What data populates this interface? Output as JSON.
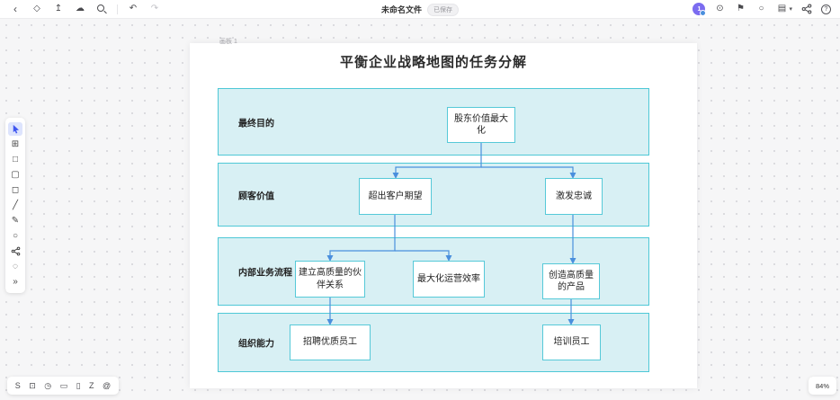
{
  "top_bar": {
    "title": "未命名文件",
    "badge": "已保存",
    "avatar": "1",
    "left_icons": {
      "back": "‹",
      "shapes": "◇",
      "export": "↥",
      "cloud": "☁",
      "undo": "↶",
      "redo": "↷"
    },
    "right_icons": {
      "focus": "⊙",
      "announce": "⚑",
      "comment": "○",
      "layout": "▤",
      "caret": "▾",
      "help": "?"
    }
  },
  "canvas": {
    "artboard_label": "画板 1",
    "zoom_level": "84%"
  },
  "tool_panel": {
    "tools": [
      {
        "name": "select-tool"
      },
      {
        "name": "frame-tool",
        "glyph": "⊞"
      },
      {
        "name": "rectangle-tool",
        "glyph": "□"
      },
      {
        "name": "shape-note-tool",
        "glyph": "▢"
      },
      {
        "name": "square-tool",
        "glyph": "◻"
      },
      {
        "name": "line-tool",
        "glyph": "╱"
      },
      {
        "name": "pencil-tool",
        "glyph": "✎"
      },
      {
        "name": "ellipse-tool",
        "glyph": "○"
      },
      {
        "name": "connector-tool"
      },
      {
        "name": "more-shapes-tool",
        "glyph": "◌"
      },
      {
        "name": "expand-tools",
        "glyph": "»"
      }
    ]
  },
  "bottom_bar": {
    "items": [
      {
        "name": "style-tool",
        "glyph": "S"
      },
      {
        "name": "overview-tool",
        "glyph": "⊡"
      },
      {
        "name": "timer-tool",
        "glyph": "◷"
      },
      {
        "name": "comment-tool",
        "glyph": "▭"
      },
      {
        "name": "present-tool",
        "glyph": "▯"
      },
      {
        "name": "shortcut-tool",
        "glyph": "Z"
      },
      {
        "name": "history-tool",
        "glyph": "@"
      }
    ]
  },
  "diagram": {
    "title": "平衡企业战略地图的任务分解",
    "rows": [
      {
        "label": "最终目的",
        "boxes": [
          "股东价值最大化"
        ]
      },
      {
        "label": "顾客价值",
        "boxes": [
          "超出客户期望",
          "激发忠诚"
        ]
      },
      {
        "label": "内部业务流程",
        "boxes": [
          "建立高质量的伙伴关系",
          "最大化运营效率",
          "创造高质量的产品"
        ]
      },
      {
        "label": "组织能力",
        "boxes": [
          "招聘优质员工",
          "培训员工"
        ]
      }
    ],
    "colors": {
      "lane_fill": "#d8f0f4",
      "lane_border": "#4ec8d6",
      "node_border": "#56c9d8",
      "connector": "#4a8fdd",
      "selected_tool_accent": "#3f56f0"
    }
  }
}
